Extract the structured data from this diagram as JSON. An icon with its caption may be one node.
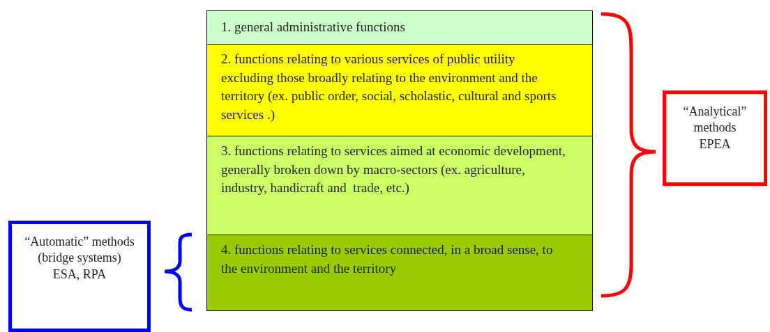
{
  "diagram": {
    "nodes": [
      {
        "text": [
          "1. general administrative functions"
        ]
      },
      {
        "text": [
          "2. functions relating to various services of public utility excluding those broadly relating to the environment and the territory (ex. public order, social, scholastic, cultural and sports services .)"
        ]
      },
      {
        "text": [
          "3. functions relating to services aimed at economic development, generally broken down by macro-sectors (ex. agriculture, industry, handicraft and  trade, etc.)"
        ]
      },
      {
        "text": [
          "4. functions relating to services connected, in a broad sense, to the environment and the territory"
        ]
      },
      {
        "text": [
          "“Analytical” methods EPEA"
        ]
      },
      {
        "text": [
          "“Automatic” methods (bridge systems) ESA, RPA"
        ]
      }
    ]
  }
}
